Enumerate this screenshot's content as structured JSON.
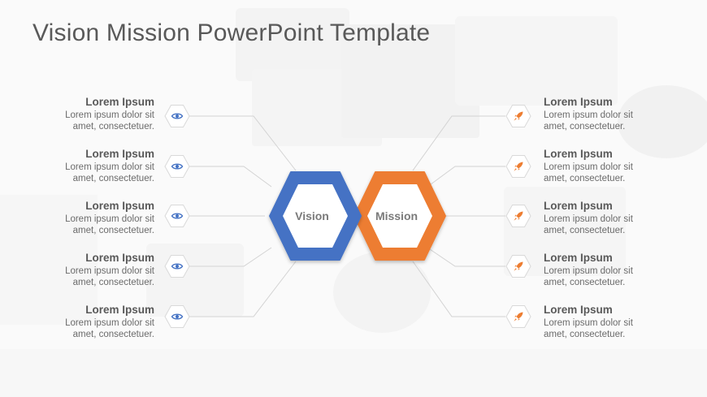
{
  "title": "Vision Mission PowerPoint Template",
  "center": {
    "vision_label": "Vision",
    "mission_label": "Mission"
  },
  "colors": {
    "vision": "#4472C4",
    "mission": "#ED7D31",
    "text": "#595959",
    "connector": "#cfcfcf"
  },
  "left_items": [
    {
      "heading": "Lorem Ipsum",
      "line1": "Lorem ipsum dolor sit",
      "line2": "amet, consectetuer.",
      "icon": "eye-icon"
    },
    {
      "heading": "Lorem Ipsum",
      "line1": "Lorem ipsum dolor sit",
      "line2": "amet, consectetuer.",
      "icon": "eye-icon"
    },
    {
      "heading": "Lorem Ipsum",
      "line1": "Lorem ipsum dolor sit",
      "line2": "amet, consectetuer.",
      "icon": "eye-icon"
    },
    {
      "heading": "Lorem Ipsum",
      "line1": "Lorem ipsum dolor sit",
      "line2": "amet, consectetuer.",
      "icon": "eye-icon"
    },
    {
      "heading": "Lorem Ipsum",
      "line1": "Lorem ipsum dolor sit",
      "line2": "amet, consectetuer.",
      "icon": "eye-icon"
    }
  ],
  "right_items": [
    {
      "heading": "Lorem Ipsum",
      "line1": "Lorem ipsum dolor sit",
      "line2": "amet, consectetuer.",
      "icon": "rocket-icon"
    },
    {
      "heading": "Lorem Ipsum",
      "line1": "Lorem ipsum dolor sit",
      "line2": "amet, consectetuer.",
      "icon": "rocket-icon"
    },
    {
      "heading": "Lorem Ipsum",
      "line1": "Lorem ipsum dolor sit",
      "line2": "amet, consectetuer.",
      "icon": "rocket-icon"
    },
    {
      "heading": "Lorem Ipsum",
      "line1": "Lorem ipsum dolor sit",
      "line2": "amet, consectetuer.",
      "icon": "rocket-icon"
    },
    {
      "heading": "Lorem Ipsum",
      "line1": "Lorem ipsum dolor sit",
      "line2": "amet, consectetuer.",
      "icon": "rocket-icon"
    }
  ]
}
